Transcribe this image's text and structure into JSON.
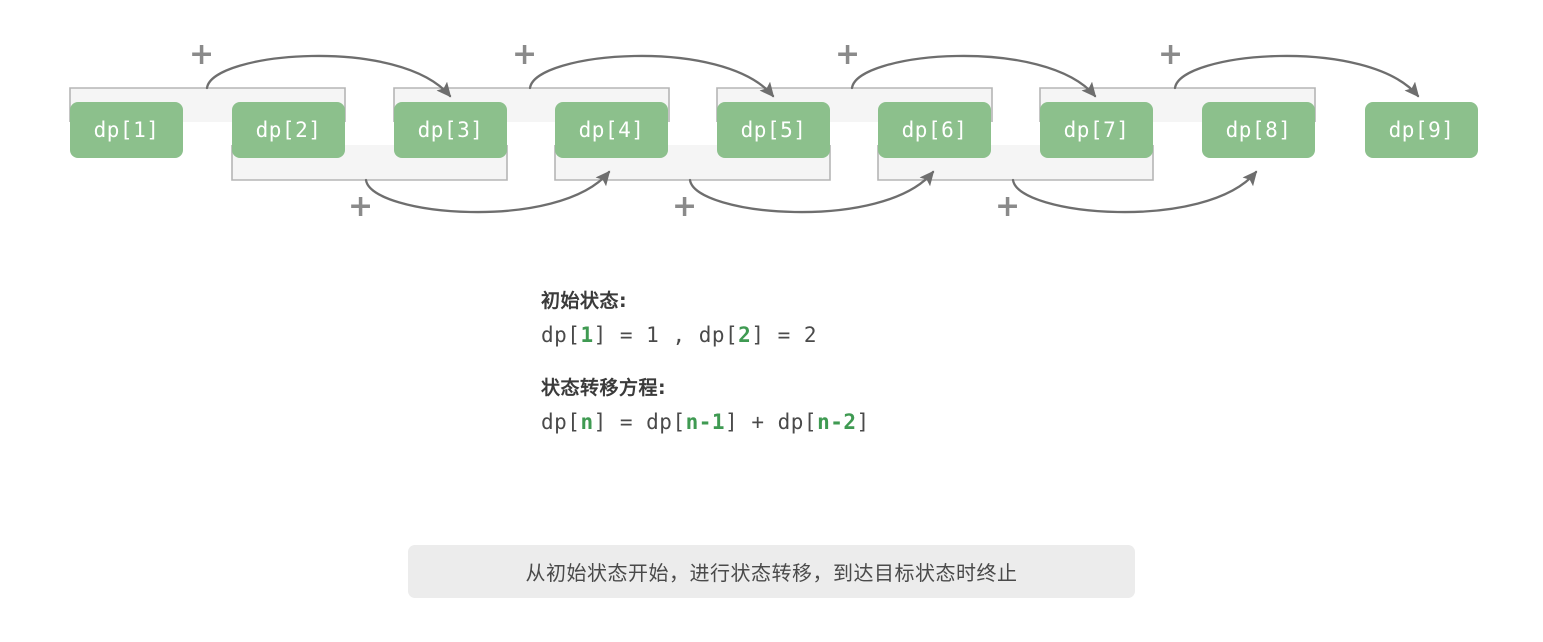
{
  "diagram": {
    "title": "dp-state-transition-diagram",
    "cells": [
      {
        "label": "dp[1]",
        "index": 1
      },
      {
        "label": "dp[2]",
        "index": 2
      },
      {
        "label": "dp[3]",
        "index": 3
      },
      {
        "label": "dp[4]",
        "index": 4
      },
      {
        "label": "dp[5]",
        "index": 5
      },
      {
        "label": "dp[6]",
        "index": 6
      },
      {
        "label": "dp[7]",
        "index": 7
      },
      {
        "label": "dp[8]",
        "index": 8
      },
      {
        "label": "dp[9]",
        "index": 9
      }
    ],
    "plus_symbol": "+",
    "top_plus_count": 4,
    "bottom_plus_count": 3,
    "top_brackets": [
      {
        "from": "dp[1]",
        "to": "dp[2]",
        "arrow_to": "dp[3]"
      },
      {
        "from": "dp[3]",
        "to": "dp[4]",
        "arrow_to": "dp[5]"
      },
      {
        "from": "dp[5]",
        "to": "dp[6]",
        "arrow_to": "dp[7]"
      },
      {
        "from": "dp[7]",
        "to": "dp[8]",
        "arrow_to": "dp[9]"
      }
    ],
    "bottom_brackets": [
      {
        "from": "dp[2]",
        "to": "dp[3]",
        "arrow_to": "dp[4]"
      },
      {
        "from": "dp[4]",
        "to": "dp[5]",
        "arrow_to": "dp[6]"
      },
      {
        "from": "dp[6]",
        "to": "dp[7]",
        "arrow_to": "dp[8]"
      }
    ],
    "colors": {
      "cell_fill": "#8cc08c",
      "cell_text": "#ffffff",
      "bracket_fill": "#f5f5f5",
      "bracket_stroke": "#b5b5b5",
      "arrow_stroke": "#6e6e6e",
      "plus": "#8a8a8a",
      "accent_green": "#3f9a52",
      "caption_bg": "#ececec",
      "body_text": "#4a4a4a"
    }
  },
  "text_panel": {
    "initial_state": {
      "heading": "初始状态:",
      "code_parts": [
        {
          "text": "dp[",
          "kind": "plain"
        },
        {
          "text": "1",
          "kind": "index"
        },
        {
          "text": "] = 1 , dp[",
          "kind": "plain"
        },
        {
          "text": "2",
          "kind": "index"
        },
        {
          "text": "] = 2",
          "kind": "plain"
        }
      ],
      "code_plain": "dp[1] = 1 , dp[2] = 2"
    },
    "transition_equation": {
      "heading": "状态转移方程:",
      "code_parts": [
        {
          "text": "dp[",
          "kind": "plain"
        },
        {
          "text": "n",
          "kind": "index"
        },
        {
          "text": "] = dp[",
          "kind": "plain"
        },
        {
          "text": "n-1",
          "kind": "index"
        },
        {
          "text": "] + dp[",
          "kind": "plain"
        },
        {
          "text": "n-2",
          "kind": "index"
        },
        {
          "text": "]",
          "kind": "plain"
        }
      ],
      "code_plain": "dp[n] = dp[n-1] + dp[n-2]"
    }
  },
  "caption": {
    "text": "从初始状态开始，进行状态转移，到达目标状态时终止"
  }
}
